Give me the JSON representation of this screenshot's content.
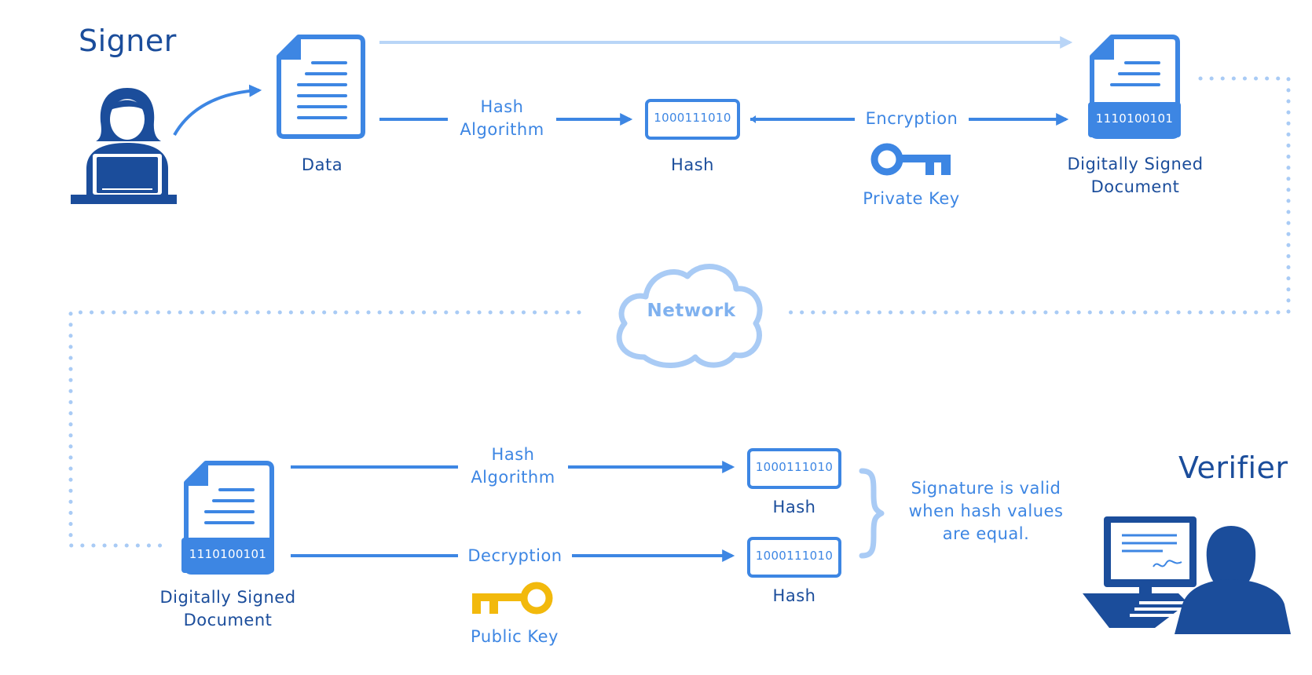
{
  "signer": {
    "title": "Signer",
    "data_label": "Data",
    "hash_algorithm_line1": "Hash",
    "hash_algorithm_line2": "Algorithm",
    "hash_value": "1000111010",
    "hash_label": "Hash",
    "encryption_label": "Encryption",
    "private_key_label": "Private Key",
    "signed_doc_value": "1110100101",
    "signed_doc_line1": "Digitally Signed",
    "signed_doc_line2": "Document"
  },
  "network": {
    "label": "Network"
  },
  "verifier": {
    "title": "Verifier",
    "signed_doc_value": "1110100101",
    "signed_doc_line1": "Digitally Signed",
    "signed_doc_line2": "Document",
    "hash_algorithm_line1": "Hash",
    "hash_algorithm_line2": "Algorithm",
    "decryption_label": "Decryption",
    "public_key_label": "Public Key",
    "hash1_value": "1000111010",
    "hash1_label": "Hash",
    "hash2_value": "1000111010",
    "hash2_label": "Hash",
    "result_line1": "Signature is valid",
    "result_line2": "when hash values",
    "result_line3": "are equal."
  },
  "colors": {
    "dark_blue": "#1b4d9b",
    "blue": "#3d86e3",
    "light_blue": "#a9cbf5",
    "private_key": "#3d86e3",
    "public_key": "#f2b90c"
  }
}
